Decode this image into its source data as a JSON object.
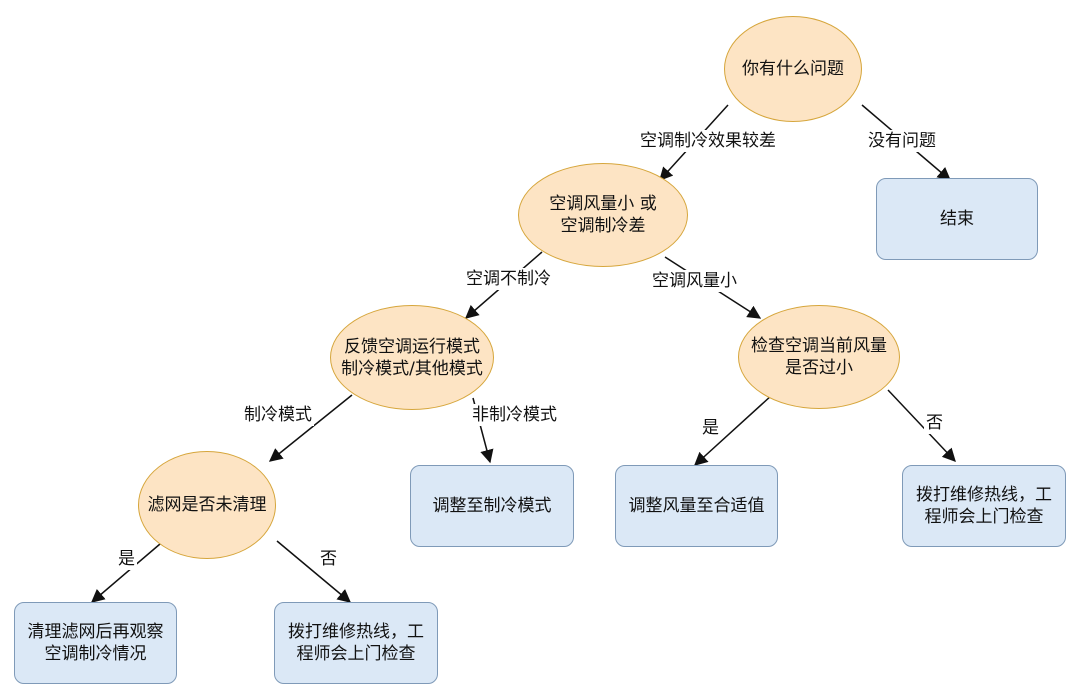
{
  "diagram": {
    "nodes": [
      {
        "id": "q_root",
        "shape": "ellipse",
        "text": "你有什么问题"
      },
      {
        "id": "q_cool",
        "shape": "ellipse",
        "text": "空调风量小 或\n空调制冷差"
      },
      {
        "id": "end",
        "shape": "rect",
        "text": "结束"
      },
      {
        "id": "q_mode",
        "shape": "ellipse",
        "text": "反馈空调运行模式\n制冷模式/其他模式"
      },
      {
        "id": "q_wind",
        "shape": "ellipse",
        "text": "检查空调当前风量\n是否过小"
      },
      {
        "id": "q_filter",
        "shape": "ellipse",
        "text": "滤网是否未清理"
      },
      {
        "id": "set_cool",
        "shape": "rect",
        "text": "调整至制冷模式"
      },
      {
        "id": "adj_wind",
        "shape": "rect",
        "text": "调整风量至合适值"
      },
      {
        "id": "call_repair_1",
        "shape": "rect",
        "text": "拨打维修热线，工\n程师会上门检查"
      },
      {
        "id": "clean_filter",
        "shape": "rect",
        "text": "清理滤网后再观察\n空调制冷情况"
      },
      {
        "id": "call_repair_2",
        "shape": "rect",
        "text": "拨打维修热线，工\n程师会上门检查"
      }
    ],
    "edges": [
      {
        "from": "q_root",
        "to": "q_cool",
        "label": "空调制冷效果较差"
      },
      {
        "from": "q_root",
        "to": "end",
        "label": "没有问题"
      },
      {
        "from": "q_cool",
        "to": "q_mode",
        "label": "空调不制冷"
      },
      {
        "from": "q_cool",
        "to": "q_wind",
        "label": "空调风量小"
      },
      {
        "from": "q_mode",
        "to": "q_filter",
        "label": "制冷模式"
      },
      {
        "from": "q_mode",
        "to": "set_cool",
        "label": "非制冷模式"
      },
      {
        "from": "q_wind",
        "to": "adj_wind",
        "label": "是"
      },
      {
        "from": "q_wind",
        "to": "call_repair_1",
        "label": "否"
      },
      {
        "from": "q_filter",
        "to": "clean_filter",
        "label": "是"
      },
      {
        "from": "q_filter",
        "to": "call_repair_2",
        "label": "否"
      }
    ]
  }
}
